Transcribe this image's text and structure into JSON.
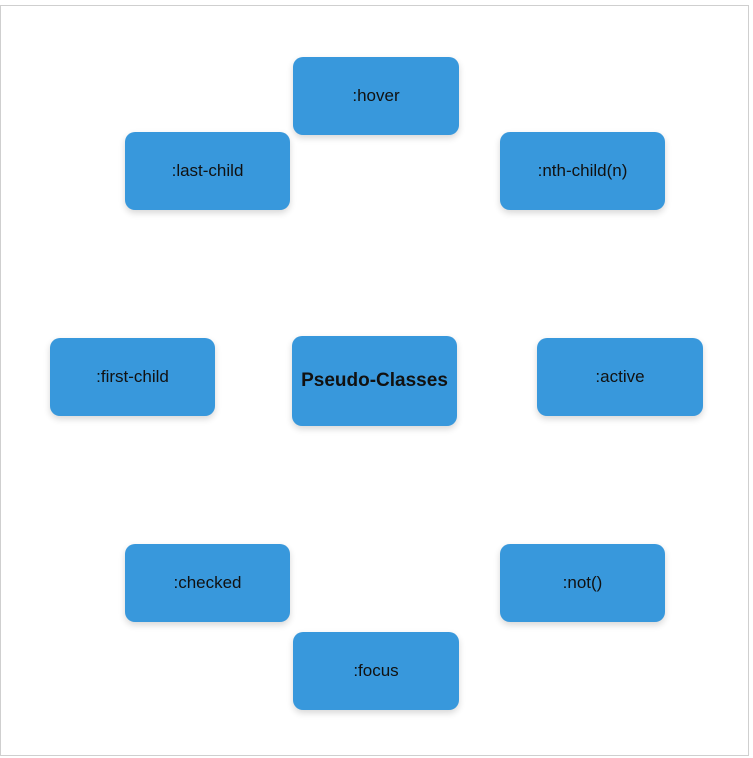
{
  "diagram": {
    "center_label": "Pseudo-Classes",
    "nodes": {
      "hover": ":hover",
      "last_child": ":last-child",
      "nth_child": ":nth-child(n)",
      "first_child": ":first-child",
      "active": ":active",
      "checked": ":checked",
      "not": ":not()",
      "focus": ":focus"
    }
  },
  "colors": {
    "node_fill": "#3898dc",
    "text": "#111111",
    "frame_border": "#cfcfcf"
  }
}
